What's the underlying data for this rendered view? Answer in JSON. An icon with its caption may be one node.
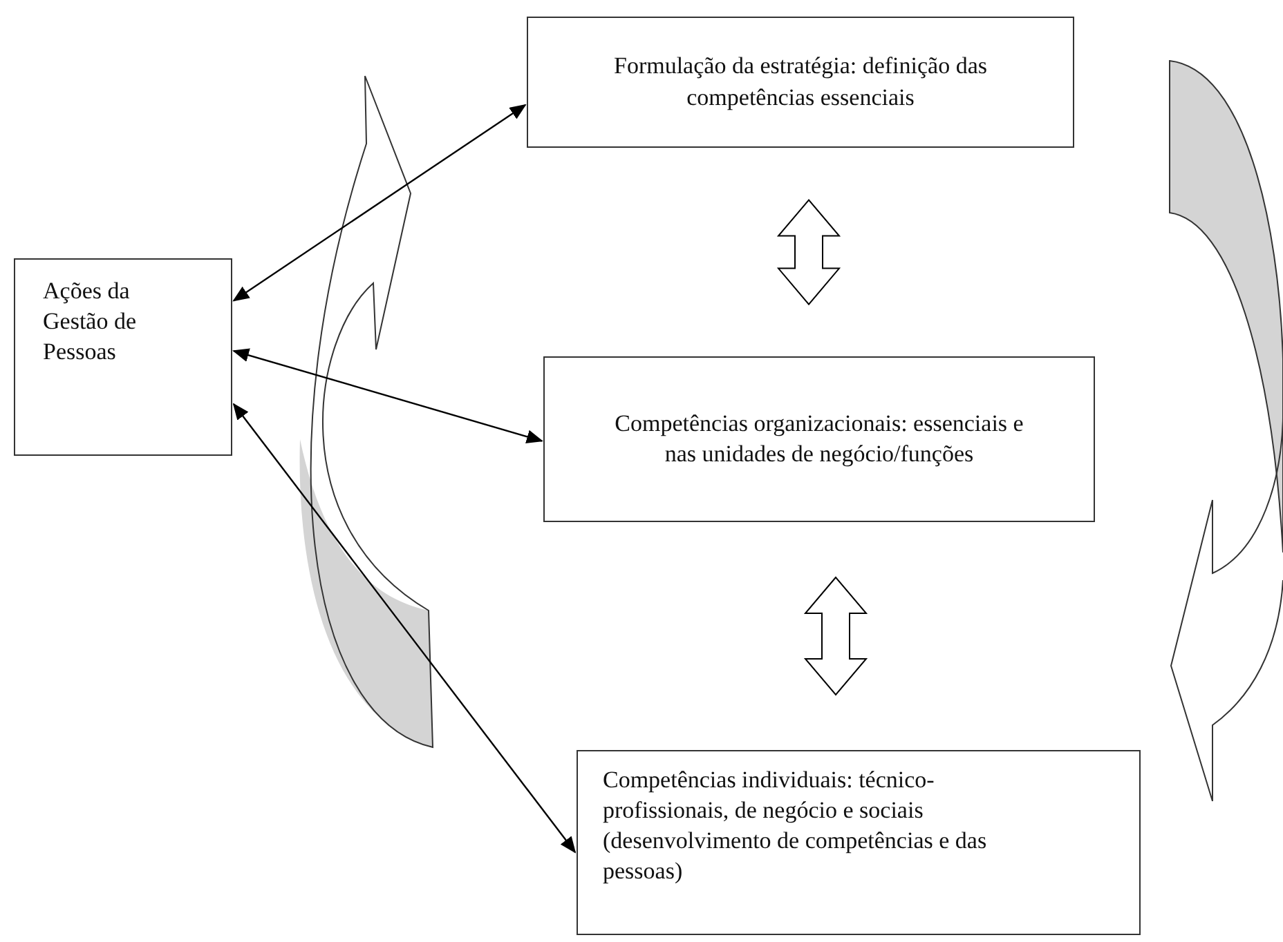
{
  "diagram": {
    "nodes": [
      {
        "text": [
          "Ações da Gestão de Pessoas"
        ]
      },
      {
        "text": [
          "Formulação da estratégia: definição das competências essenciais"
        ]
      },
      {
        "text": [
          "Competências organizacionais: essenciais e nas unidades de negócio/funções"
        ]
      },
      {
        "text": [
          "Competências individuais: técnico-profissionais, de negócio e sociais (desenvolvimento de competências e das pessoas)"
        ]
      }
    ],
    "edges": [
      {
        "from": 0,
        "to": 1,
        "arrow": "both"
      },
      {
        "from": 0,
        "to": 2,
        "arrow": "both"
      },
      {
        "from": 0,
        "to": 3,
        "arrow": "both"
      },
      {
        "from": 1,
        "to": 2,
        "arrow": "both",
        "style": "thick"
      },
      {
        "from": 2,
        "to": 3,
        "arrow": "both",
        "style": "thick"
      }
    ]
  }
}
